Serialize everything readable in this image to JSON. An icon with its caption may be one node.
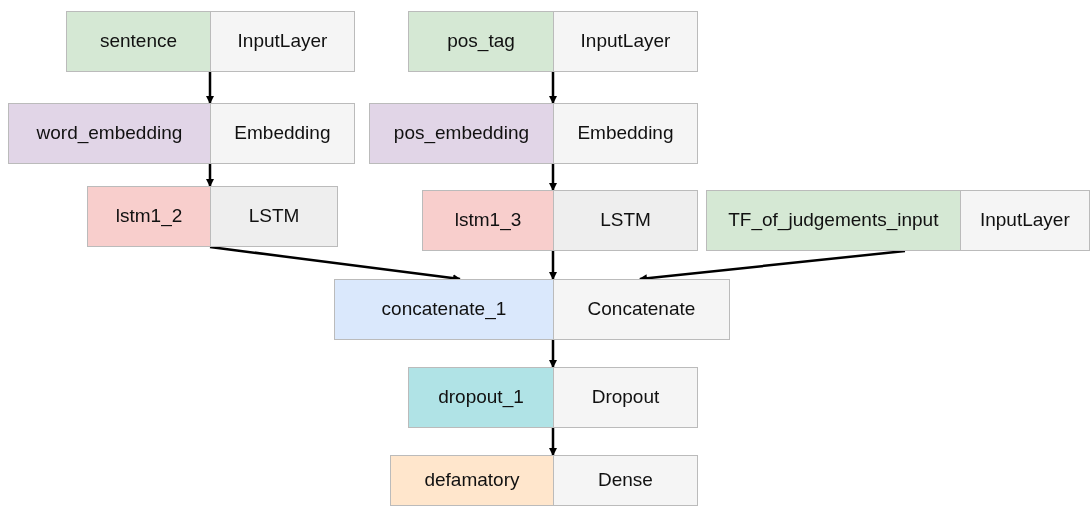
{
  "diagram": {
    "nodes": [
      {
        "text": [
          "sentence",
          "InputLayer"
        ]
      },
      {
        "text": [
          "pos_tag",
          "InputLayer"
        ]
      },
      {
        "text": [
          "word_embedding",
          "Embedding"
        ]
      },
      {
        "text": [
          "pos_embedding",
          "Embedding"
        ]
      },
      {
        "text": [
          "lstm1_2",
          "LSTM"
        ]
      },
      {
        "text": [
          "lstm1_3",
          "LSTM"
        ]
      },
      {
        "text": [
          "TF_of_judgements_input",
          "InputLayer"
        ]
      },
      {
        "text": [
          "concatenate_1",
          "Concatenate"
        ]
      },
      {
        "text": [
          "dropout_1",
          "Dropout"
        ]
      },
      {
        "text": [
          "defamatory",
          "Dense"
        ]
      }
    ],
    "edges": [
      {
        "from": 0,
        "to": 2,
        "arrow": "to"
      },
      {
        "from": 2,
        "to": 4,
        "arrow": "to"
      },
      {
        "from": 1,
        "to": 3,
        "arrow": "to"
      },
      {
        "from": 3,
        "to": 5,
        "arrow": "to"
      },
      {
        "from": 4,
        "to": 7,
        "arrow": "to"
      },
      {
        "from": 5,
        "to": 7,
        "arrow": "to"
      },
      {
        "from": 6,
        "to": 7,
        "arrow": "to"
      },
      {
        "from": 7,
        "to": 8,
        "arrow": "to"
      },
      {
        "from": 8,
        "to": 9,
        "arrow": "to"
      }
    ]
  }
}
